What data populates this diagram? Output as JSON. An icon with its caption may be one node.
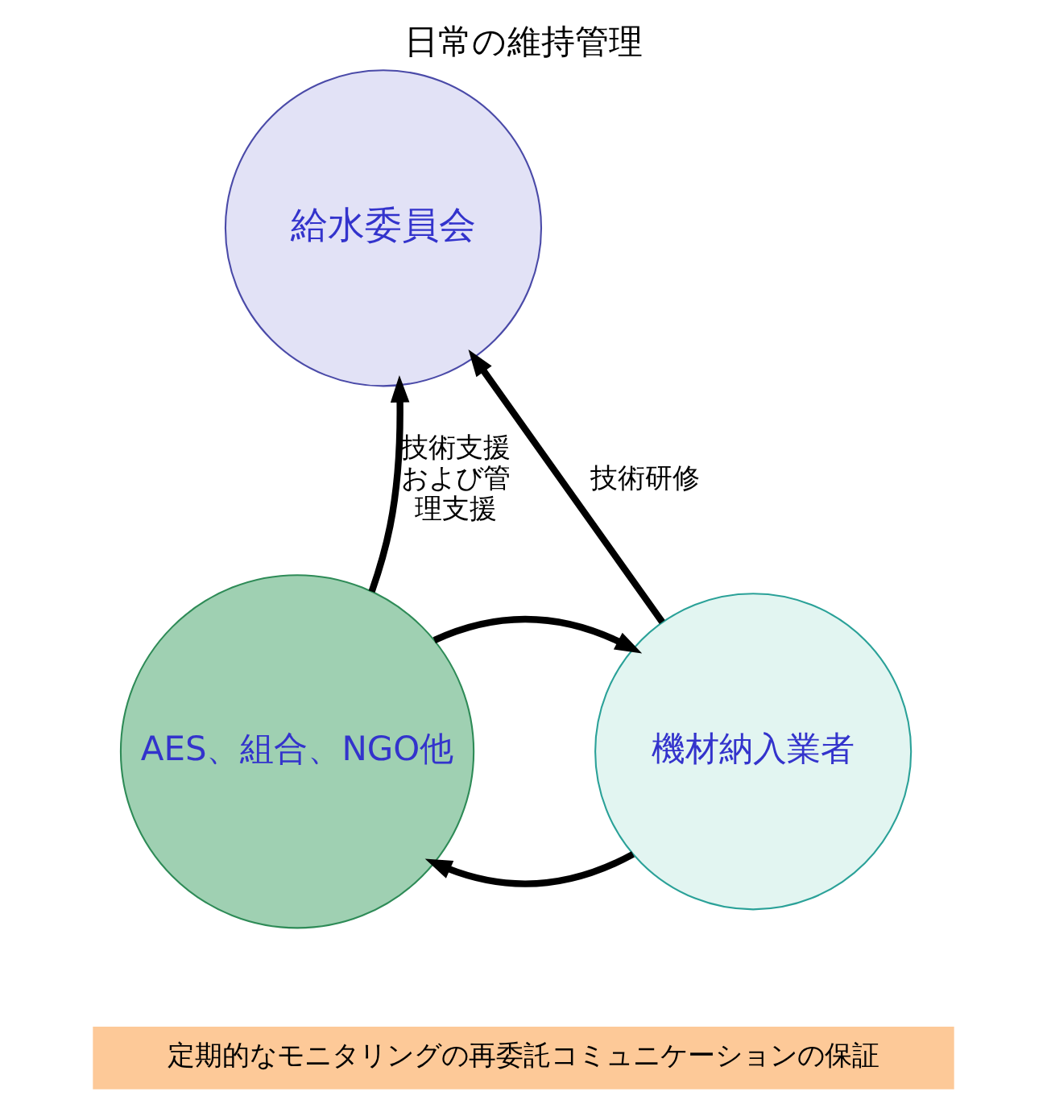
{
  "diagram": {
    "title": "日常の維持管理",
    "nodes": [
      {
        "text": [
          "給水委員会"
        ]
      },
      {
        "text": [
          "AES、組合、NGO他"
        ]
      },
      {
        "text": [
          "機材納入業者"
        ]
      },
      {
        "text": [
          "定期的なモニタリングの再委託コミュニケーションの保証"
        ]
      }
    ],
    "edges": [
      {
        "from": 1,
        "to": 0,
        "arrow": "to",
        "label": "技術支援および管理支援"
      },
      {
        "from": 2,
        "to": 0,
        "arrow": "to",
        "label": "技術研修"
      },
      {
        "from": 2,
        "to": 1,
        "arrow": "to"
      },
      {
        "from": 1,
        "to": 2,
        "arrow": "to"
      }
    ]
  }
}
